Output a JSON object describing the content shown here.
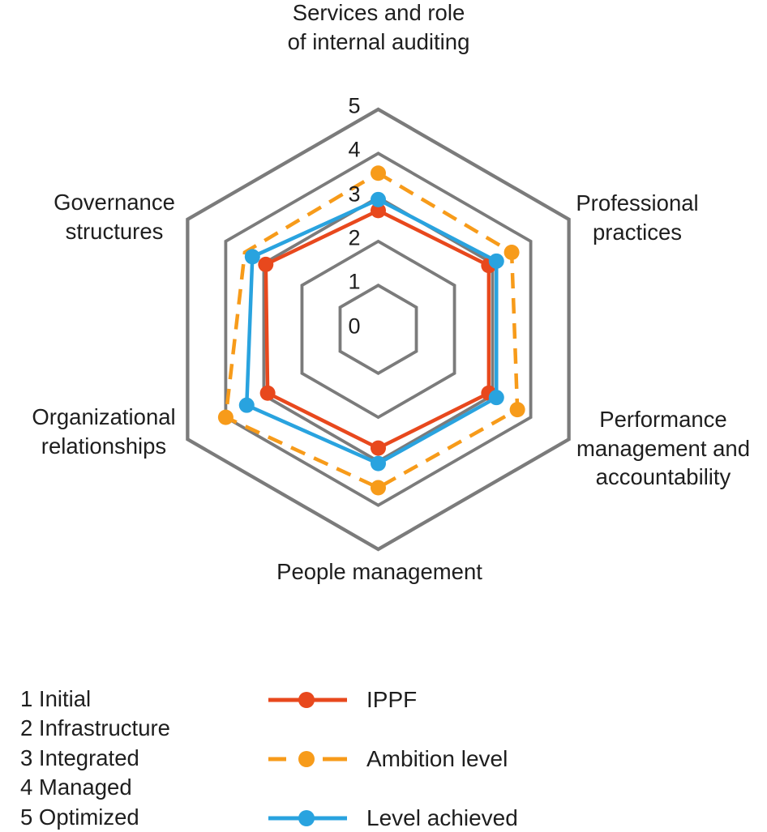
{
  "chart_data": {
    "type": "radar",
    "shape": "hexagon",
    "grid": "concentric-hexagons, no radial spokes",
    "grid_color": "#7b7b7b",
    "scale_min": 0,
    "scale_max": 5,
    "scale_labels": [
      "0",
      "1",
      "2",
      "3",
      "4",
      "5"
    ],
    "axes": [
      {
        "label": "Services and role of internal auditing",
        "label_lines": [
          "Services and role",
          "of internal auditing"
        ]
      },
      {
        "label": "Professional practices",
        "label_lines": [
          "Professional",
          "practices"
        ]
      },
      {
        "label": "Performance management and accountability",
        "label_lines": [
          "Performance",
          "management and",
          "accountability"
        ]
      },
      {
        "label": "People management",
        "label_lines": [
          "People management"
        ]
      },
      {
        "label": "Organizational relationships",
        "label_lines": [
          "Organizational",
          "relationships"
        ]
      },
      {
        "label": "Governance structures",
        "label_lines": [
          "Governance",
          "structures"
        ]
      }
    ],
    "series": [
      {
        "name": "IPPF",
        "color": "#e8481d",
        "line_style": "solid",
        "values": [
          2.7,
          2.9,
          2.9,
          2.7,
          2.9,
          2.95
        ],
        "markers": [
          true,
          true,
          true,
          true,
          true,
          true
        ]
      },
      {
        "name": "Ambition level",
        "color": "#f79b1a",
        "line_style": "dashed",
        "values": [
          3.55,
          3.5,
          3.65,
          3.6,
          4.0,
          3.5
        ],
        "markers": [
          true,
          true,
          true,
          true,
          true,
          false
        ]
      },
      {
        "name": "Level achieved",
        "color": "#29a3df",
        "line_style": "solid",
        "values": [
          2.95,
          3.1,
          3.1,
          3.05,
          3.45,
          3.3
        ],
        "markers": [
          true,
          true,
          true,
          true,
          true,
          true
        ]
      }
    ],
    "legend_position": "bottom-center"
  },
  "maturity_legend": {
    "items": [
      "1 Initial",
      "2 Infrastructure",
      "3 Integrated",
      "4 Managed",
      "5 Optimized"
    ]
  }
}
